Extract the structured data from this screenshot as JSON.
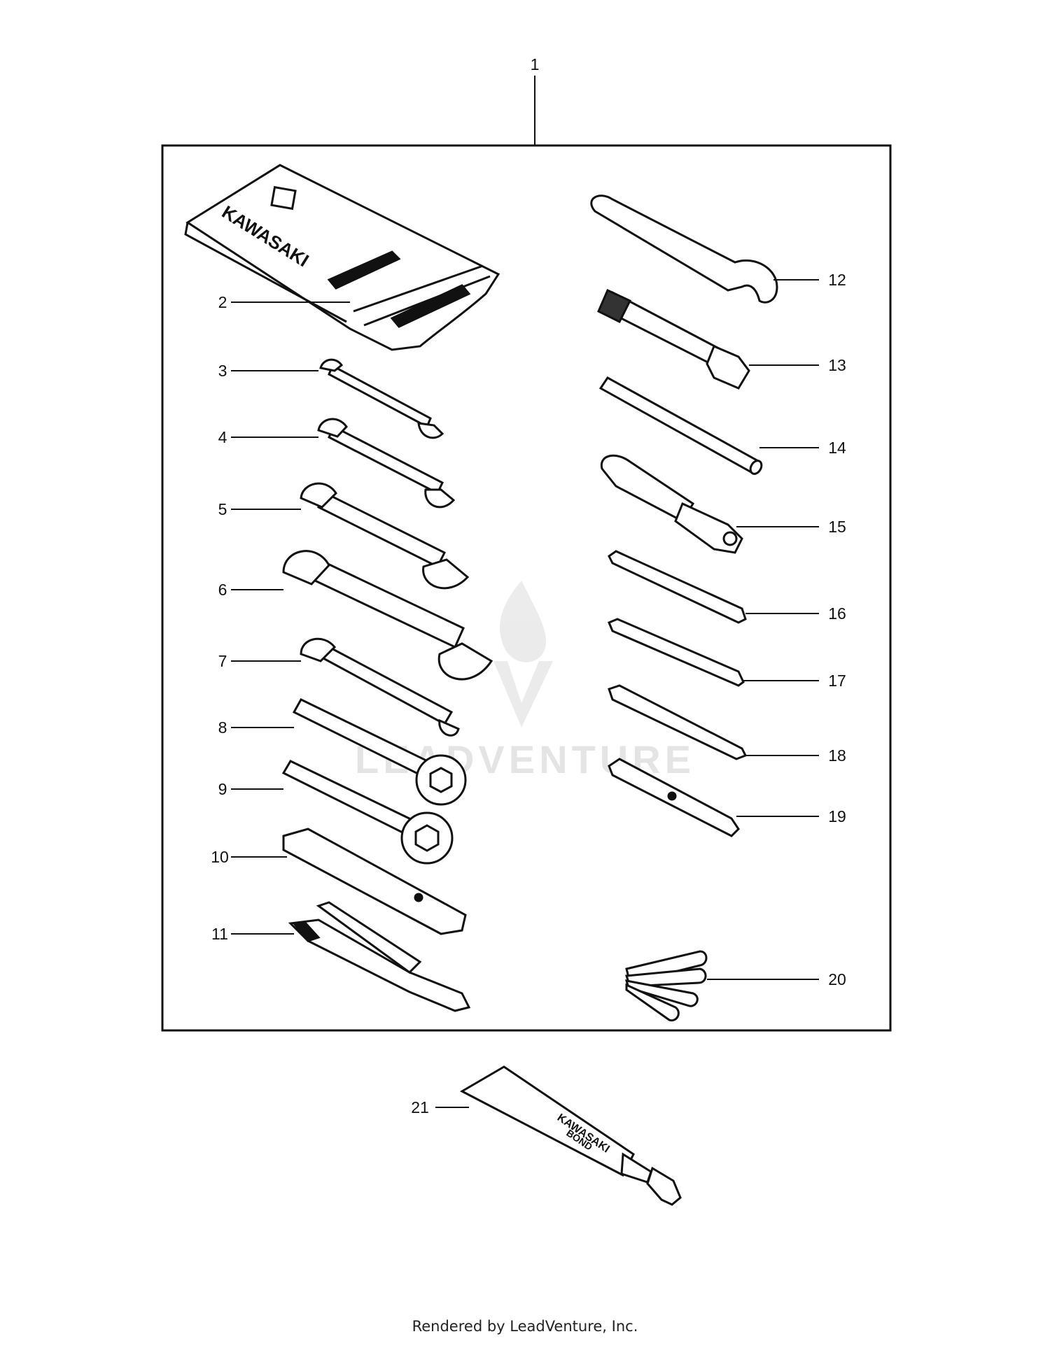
{
  "diagram": {
    "group_label": "1",
    "parts": [
      {
        "ref": "2",
        "icon": "tool-bag-icon"
      },
      {
        "ref": "3",
        "icon": "wrench-icon"
      },
      {
        "ref": "4",
        "icon": "wrench-icon"
      },
      {
        "ref": "5",
        "icon": "wrench-icon"
      },
      {
        "ref": "6",
        "icon": "wrench-icon"
      },
      {
        "ref": "7",
        "icon": "wrench-icon"
      },
      {
        "ref": "8",
        "icon": "box-wrench-icon"
      },
      {
        "ref": "9",
        "icon": "box-wrench-icon"
      },
      {
        "ref": "10",
        "icon": "tire-lever-icon"
      },
      {
        "ref": "11",
        "icon": "pliers-icon"
      },
      {
        "ref": "12",
        "icon": "hook-spanner-icon"
      },
      {
        "ref": "13",
        "icon": "spark-plug-wrench-icon"
      },
      {
        "ref": "14",
        "icon": "rod-icon"
      },
      {
        "ref": "15",
        "icon": "screwdriver-handle-icon"
      },
      {
        "ref": "16",
        "icon": "screwdriver-bit-icon"
      },
      {
        "ref": "17",
        "icon": "screwdriver-bit-icon"
      },
      {
        "ref": "18",
        "icon": "screwdriver-bit-icon"
      },
      {
        "ref": "19",
        "icon": "spoke-wrench-icon"
      },
      {
        "ref": "20",
        "icon": "feeler-gauge-icon"
      },
      {
        "ref": "21",
        "icon": "bond-tube-icon"
      }
    ],
    "bag_brand": "KAWASAKI",
    "tube_text_1": "KAWASAKI",
    "tube_text_2": "BOND",
    "watermark": "LEADVENTURE"
  },
  "footer": {
    "text": "Rendered by LeadVenture, Inc."
  }
}
